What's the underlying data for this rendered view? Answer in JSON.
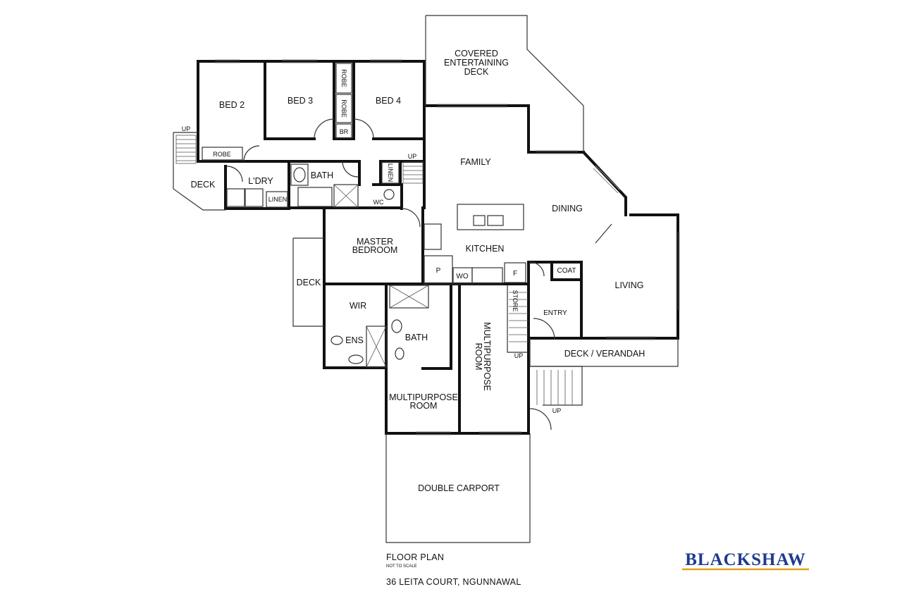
{
  "rooms": {
    "covered_deck": [
      "COVERED",
      "ENTERTAINING",
      "DECK"
    ],
    "bed2": "BED 2",
    "bed3": "BED 3",
    "bed4": "BED 4",
    "robe": "ROBE",
    "br": "BR",
    "family": "FAMILY",
    "dining": "DINING",
    "kitchen": "KITCHEN",
    "living": "LIVING",
    "laundry": "L'DRY",
    "bath": "BATH",
    "linen": "LINEN",
    "wc": "WC",
    "deck": "DECK",
    "master_bedroom": [
      "MASTER",
      "BEDROOM"
    ],
    "wir": "WIR",
    "ens": "ENS",
    "pantry": "P",
    "wall_oven": "WO",
    "fridge": "F",
    "coat": "COAT",
    "store": "STORE",
    "entry": "ENTRY",
    "deck_verandah": "DECK / VERANDAH",
    "multipurpose_room": [
      "MULTIPURPOSE",
      "ROOM"
    ],
    "double_carport": "DOUBLE CARPORT",
    "up": "UP"
  },
  "footer": {
    "title": "FLOOR PLAN",
    "note": "NOT TO SCALE",
    "address": "36 LEITA COURT, NGUNNAWAL"
  },
  "brand": {
    "name": "BLACKSHAW",
    "color": "#1f3a8f",
    "accent": "#e0a31a"
  }
}
